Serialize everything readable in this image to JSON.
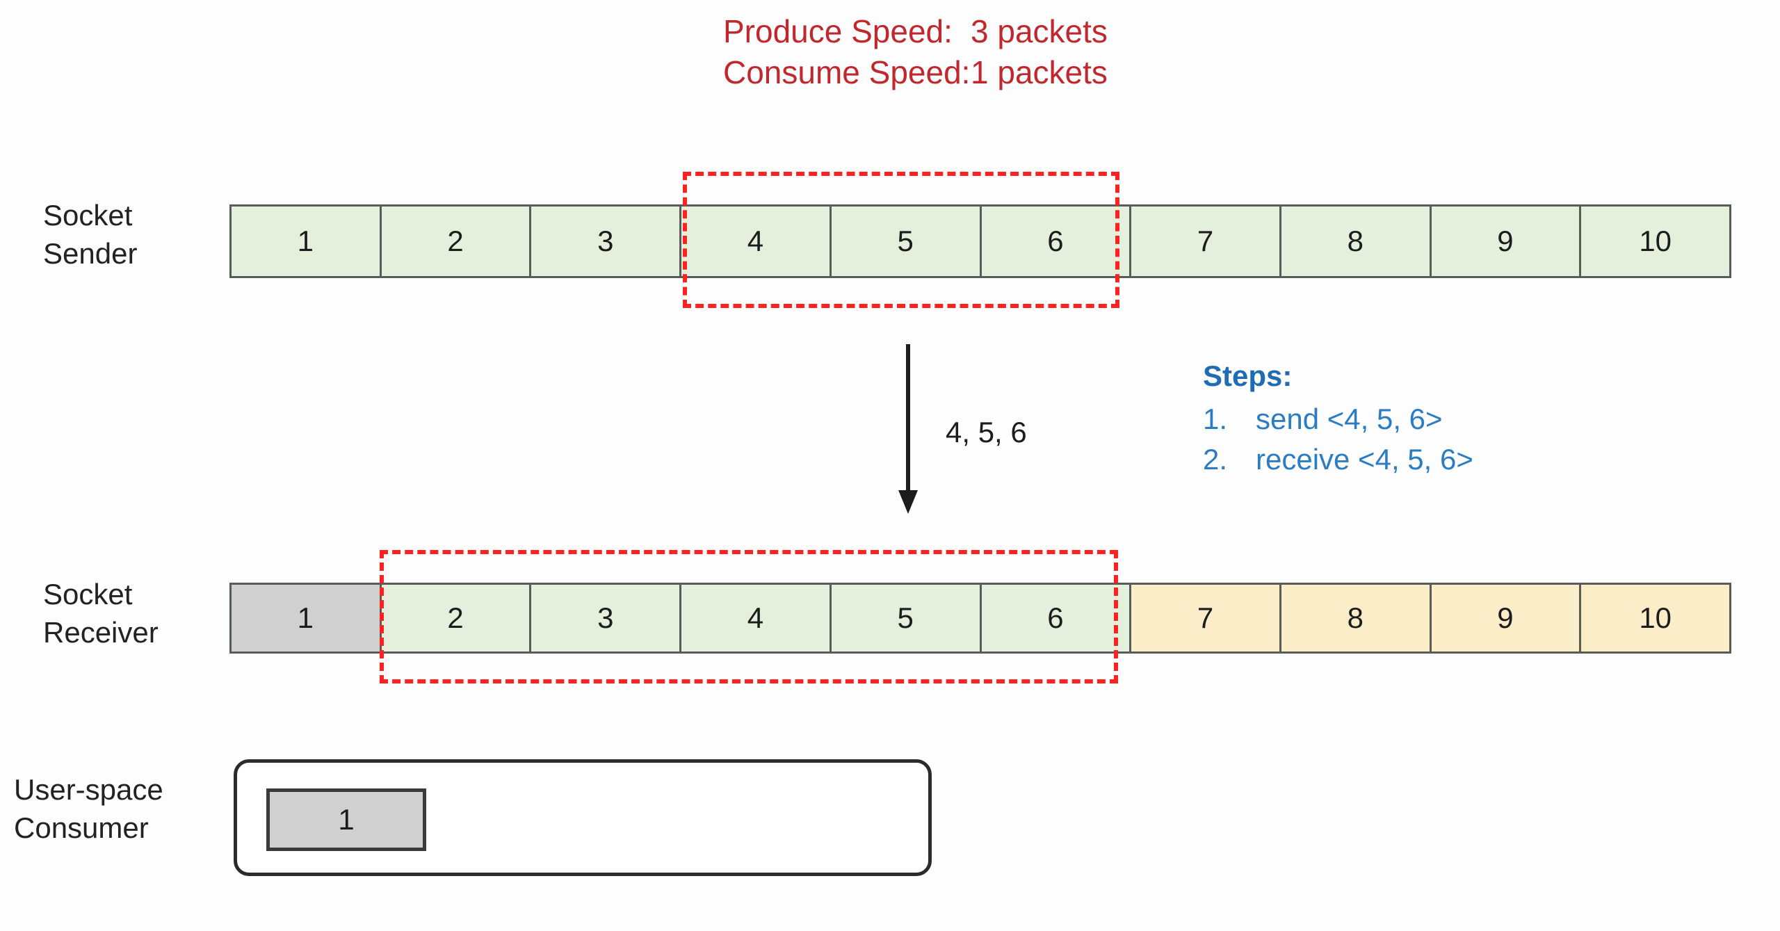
{
  "header": {
    "produce": {
      "label": "Produce Speed:",
      "value": "3 packets"
    },
    "consume": {
      "label": "Consume Speed:",
      "value": "1 packets"
    },
    "color": "#c0282d"
  },
  "sender": {
    "label_line1": "Socket",
    "label_line2": "Sender",
    "cells": [
      {
        "value": "1",
        "fill": "green"
      },
      {
        "value": "2",
        "fill": "green"
      },
      {
        "value": "3",
        "fill": "green"
      },
      {
        "value": "4",
        "fill": "green"
      },
      {
        "value": "5",
        "fill": "green"
      },
      {
        "value": "6",
        "fill": "green"
      },
      {
        "value": "7",
        "fill": "green"
      },
      {
        "value": "8",
        "fill": "green"
      },
      {
        "value": "9",
        "fill": "green"
      },
      {
        "value": "10",
        "fill": "green"
      }
    ],
    "highlight_from": "4",
    "highlight_to": "6"
  },
  "receiver": {
    "label_line1": "Socket",
    "label_line2": "Receiver",
    "cells": [
      {
        "value": "1",
        "fill": "gray"
      },
      {
        "value": "2",
        "fill": "green"
      },
      {
        "value": "3",
        "fill": "green"
      },
      {
        "value": "4",
        "fill": "green"
      },
      {
        "value": "5",
        "fill": "green"
      },
      {
        "value": "6",
        "fill": "green"
      },
      {
        "value": "7",
        "fill": "orange"
      },
      {
        "value": "8",
        "fill": "orange"
      },
      {
        "value": "9",
        "fill": "orange"
      },
      {
        "value": "10",
        "fill": "orange"
      }
    ],
    "highlight_from": "2",
    "highlight_to": "6"
  },
  "consumer": {
    "label_line1": "User-space",
    "label_line2": "Consumer",
    "slot_value": "1"
  },
  "arrow": {
    "label": "4, 5, 6"
  },
  "steps": {
    "title": "Steps:",
    "items": [
      {
        "num": "1.",
        "text": "send <4, 5, 6>"
      },
      {
        "num": "2.",
        "text": "receive <4, 5, 6>"
      }
    ],
    "color": "#2b7cc0"
  },
  "colors": {
    "green": "#e4f0dc",
    "orange": "#fbedc8",
    "gray": "#d0d0d0",
    "cell_border": "#575c59",
    "dashed_red": "#fc2222"
  }
}
